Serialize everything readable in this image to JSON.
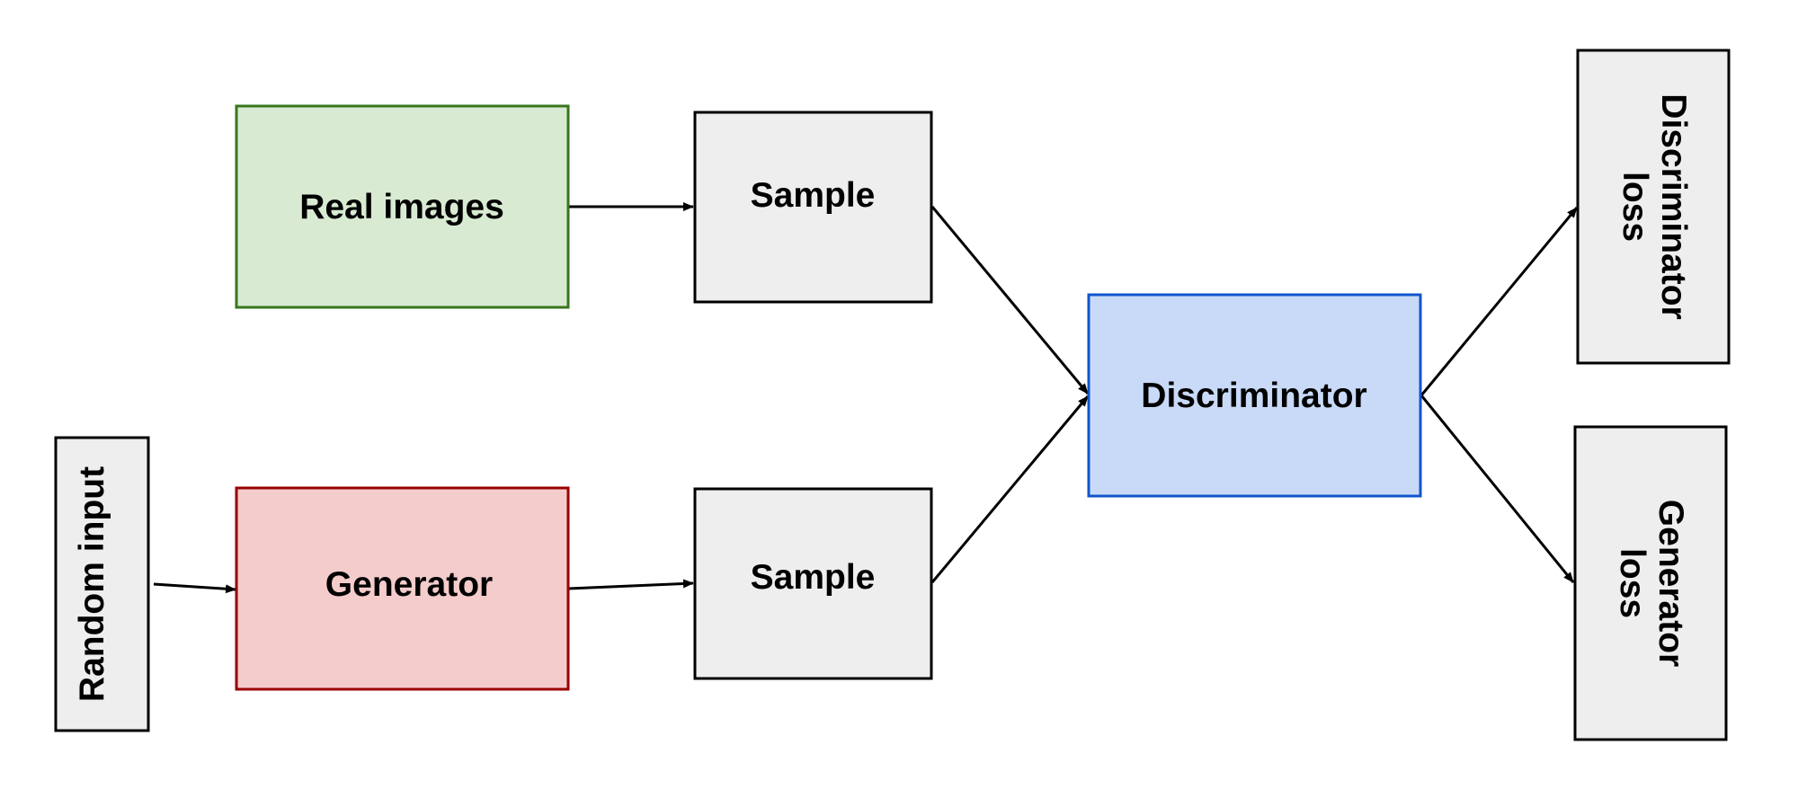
{
  "diagram": {
    "nodes": {
      "random_input": {
        "label": "Random input",
        "fill": "#eeeeee",
        "stroke": "#000000"
      },
      "real_images": {
        "label": "Real images",
        "fill": "#d9ead3",
        "stroke": "#38761d"
      },
      "generator": {
        "label": "Generator",
        "fill": "#f4cccc",
        "stroke": "#990000"
      },
      "sample_top": {
        "label": "Sample",
        "fill": "#eeeeee",
        "stroke": "#000000"
      },
      "sample_bottom": {
        "label": "Sample",
        "fill": "#eeeeee",
        "stroke": "#000000"
      },
      "discriminator": {
        "label": "Discriminator",
        "fill": "#c9daf8",
        "stroke": "#1155cc"
      },
      "discriminator_loss": {
        "label_line1": "Discriminator",
        "label_line2": "loss",
        "fill": "#eeeeee",
        "stroke": "#000000"
      },
      "generator_loss": {
        "label_line1": "Generator",
        "label_line2": "loss",
        "fill": "#eeeeee",
        "stroke": "#000000"
      }
    },
    "edges": [
      {
        "from": "Random input",
        "to": "Generator"
      },
      {
        "from": "Real images",
        "to": "Sample"
      },
      {
        "from": "Generator",
        "to": "Sample"
      },
      {
        "from": "Sample",
        "to": "Discriminator"
      },
      {
        "from": "Sample",
        "to": "Discriminator"
      },
      {
        "from": "Discriminator",
        "to": "Discriminator loss"
      },
      {
        "from": "Discriminator",
        "to": "Generator loss"
      }
    ]
  }
}
